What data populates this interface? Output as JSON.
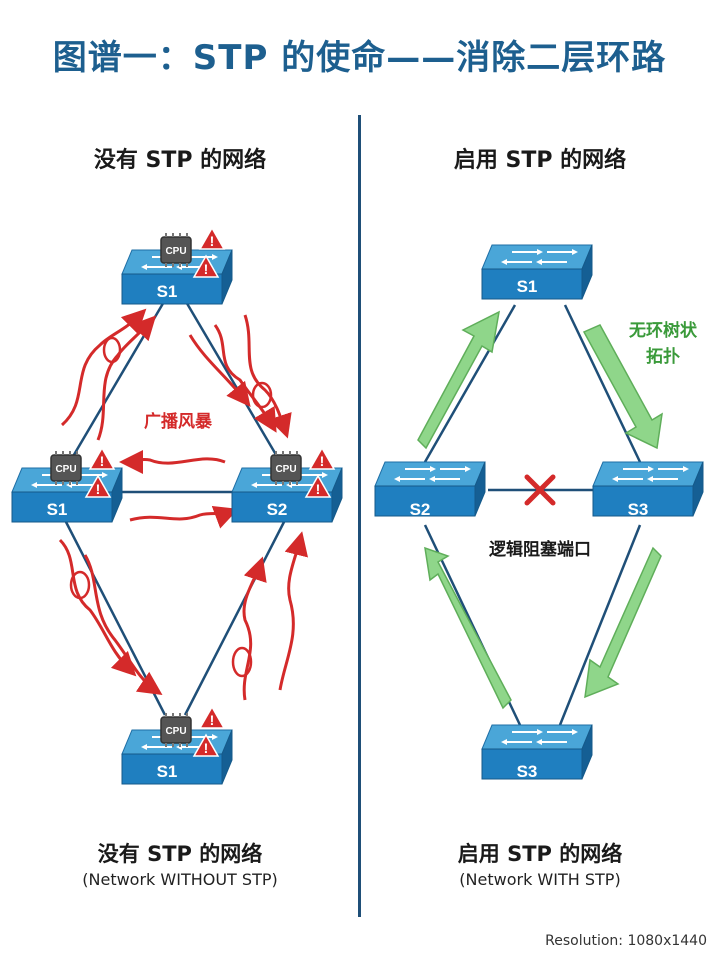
{
  "title": "图谱一：STP 的使命——消除二层环路",
  "left": {
    "heading": "没有 STP 的网络",
    "switch_top": "S1",
    "switch_left": "S1",
    "switch_right": "S2",
    "switch_bottom": "S1",
    "cpu_label": "CPU",
    "warning_symbol": "!",
    "storm_label": "广播风暴",
    "caption": "没有 STP 的网络",
    "caption_sub": "(Network WITHOUT STP)"
  },
  "right": {
    "heading": "启用 STP 的网络",
    "switch_top": "S1",
    "switch_left": "S2",
    "switch_right": "S3",
    "switch_bottom": "S3",
    "topology_label_line1": "无环树状",
    "topology_label_line2": "拓扑",
    "blocked_label": "逻辑阻塞端口",
    "caption": "启用 STP 的网络",
    "caption_sub": "(Network WITH STP)"
  },
  "resolution": "Resolution: 1080x1440",
  "colors": {
    "title": "#1d5f8f",
    "switch_top": "#4aa6d8",
    "switch_front": "#1f7fc0",
    "link": "#1f4f78",
    "storm": "#d42a2a",
    "stp_path": "#8fd68a",
    "block_x": "#d42a2a"
  },
  "icons": [
    "switch-icon",
    "cpu-icon",
    "warning-icon",
    "blocked-x-icon"
  ]
}
